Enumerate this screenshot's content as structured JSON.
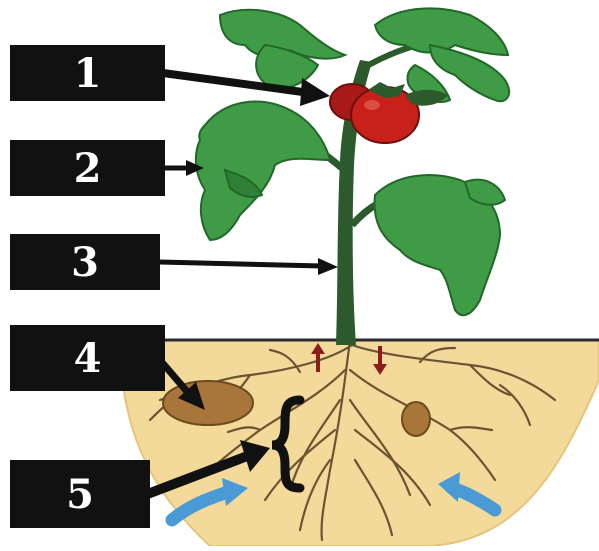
{
  "colors": {
    "soil": "#f3d99a",
    "soil_edge": "#e6c57a",
    "leaf": "#3f9b45",
    "leaf_dark": "#22682a",
    "stem": "#2c5a2c",
    "tomato": "#c8201b",
    "root": "#6b5432",
    "arrow": "#111111",
    "water_arrow": "#4a9ad6",
    "label_bg": "#111111",
    "label_text": "#ffffff"
  },
  "labels": [
    {
      "number": "1",
      "points_to": "fruit"
    },
    {
      "number": "2",
      "points_to": "leaf"
    },
    {
      "number": "3",
      "points_to": "stem"
    },
    {
      "number": "4",
      "points_to": "stone-in-soil"
    },
    {
      "number": "5",
      "points_to": "root-hairs"
    }
  ]
}
